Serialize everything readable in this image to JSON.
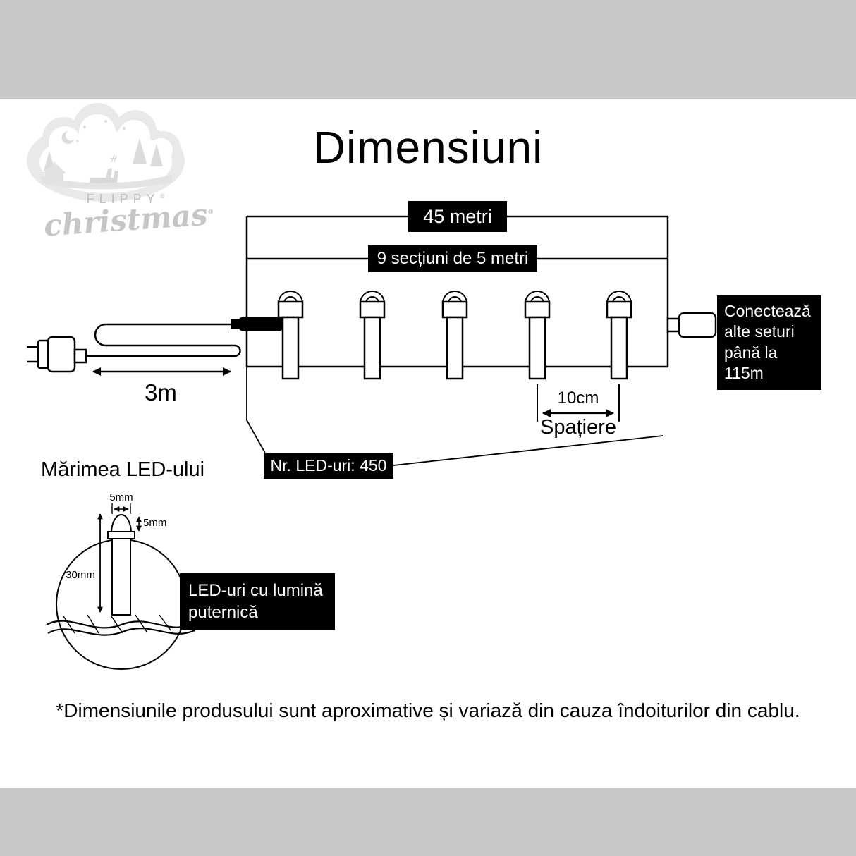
{
  "colors": {
    "band_gray": "#c8c8c8",
    "label_bg": "#000000",
    "label_text": "#ffffff",
    "logo_gray": "#c6c6c6"
  },
  "logo": {
    "name_top": "FLIPPY",
    "name_script": "christmas",
    "reg": "®"
  },
  "header": {
    "title": "Dimensiuni"
  },
  "string_diagram": {
    "total_length": "45 metri",
    "sections": "9 secțiuni de 5 metri",
    "lead_length": "3m",
    "spacing_value": "10cm",
    "spacing_label": "Spațiere",
    "led_count": "Nr. LED-uri: 450",
    "connect_lines": [
      "Conectează",
      "alte seturi",
      "până la 115m"
    ]
  },
  "led_detail": {
    "heading": "Mărimea LED-ului",
    "top_width": "5mm",
    "dome_height": "5mm",
    "body_height": "30mm",
    "callout_lines": [
      "LED-uri cu lumină",
      "puternică"
    ]
  },
  "footer": {
    "disclaimer": "*Dimensiunile produsului sunt aproximative și variază din cauza îndoiturilor din cablu."
  }
}
